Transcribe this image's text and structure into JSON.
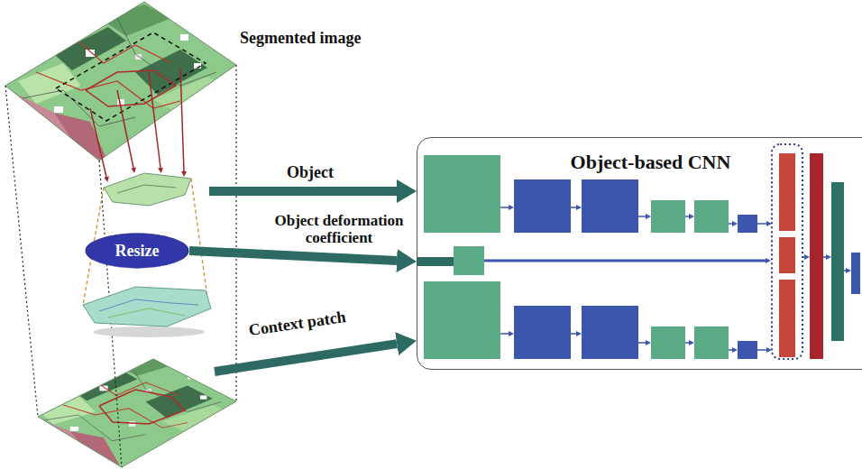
{
  "diagram": {
    "nodes": [
      {
        "text": [
          "Resize"
        ]
      },
      {
        "text": [
          "Object-based CNN"
        ]
      }
    ],
    "edges": [
      {
        "from": 0,
        "to": 1,
        "label": "Object deformation coefficient",
        "arrow": "to"
      }
    ],
    "labels": [
      "Segmented image",
      "Object",
      "Context patch"
    ]
  }
}
